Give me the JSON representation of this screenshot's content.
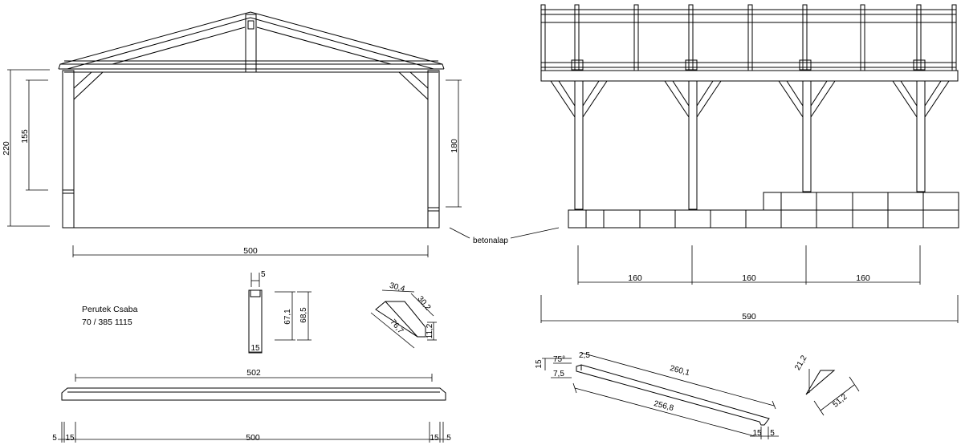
{
  "front_view": {
    "dim_height_total": "220",
    "dim_height_wall": "155",
    "dim_height_post": "180",
    "dim_width": "500"
  },
  "side_view": {
    "label_foundation": "betonalap",
    "dim_bay_1": "160",
    "dim_bay_2": "160",
    "dim_bay_3": "160",
    "dim_total": "590"
  },
  "author": {
    "name": "Perutek Csaba",
    "phone": "70 / 385 1115"
  },
  "post_detail": {
    "dim_top": "5",
    "dim_inner": "67,1",
    "dim_outer": "68,5",
    "dim_bottom": "15"
  },
  "brace_detail": {
    "dim_top_left": "30,4",
    "dim_top_right": "30,2",
    "dim_length": "76,7",
    "dim_height": "11,2"
  },
  "beam_detail": {
    "dim_length": "502",
    "dim_span": "500",
    "dim_left_a": "5",
    "dim_left_b": "15",
    "dim_right_a": "15",
    "dim_right_b": "5"
  },
  "rafter_detail": {
    "dim_depth": "15",
    "dim_angle": "75°",
    "dim_notch": "2,5",
    "dim_seat": "7,5",
    "dim_top_length": "260,1",
    "dim_bottom_length": "256,8",
    "dim_end_a": "15",
    "dim_end_b": "5"
  },
  "wedge_detail": {
    "dim_height": "21,2",
    "dim_length": "51,2"
  }
}
